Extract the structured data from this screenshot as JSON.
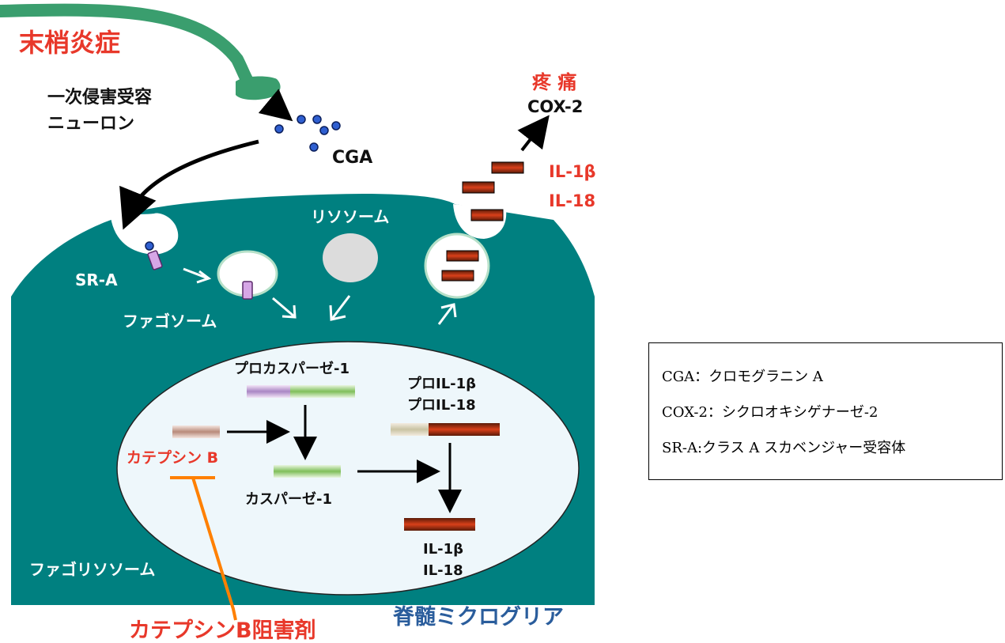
{
  "labels": {
    "peripheral_inflammation": "末梢炎症",
    "neuron_line1": "一次侵害受容",
    "neuron_line2": "ニューロン",
    "cga": "CGA",
    "pain": "疼 痛",
    "cox2": "COX-2",
    "il1b_out": "IL-1β",
    "il18_out": "IL-18",
    "lysosome": "リソソーム",
    "sra": "SR-A",
    "phagosome": "ファゴソーム",
    "procaspase": "プロカスパーゼ-1",
    "pro_il1b": "プロIL-1β",
    "pro_il18": "プロIL-18",
    "cathepsin_b": "カテプシン B",
    "caspase": "カスパーゼ-1",
    "il1b_in": "IL-1β",
    "il18_in": "IL-18",
    "phagolysosome": "ファゴリソソーム",
    "inhibitor": "カテプシンB阻害剤",
    "microglia": "脊髄ミクログリア"
  },
  "legend": [
    "CGA：クロモグラニン A",
    "COX-2：シクロオキシゲナーゼ-2",
    "SR-A:クラス A スカベンジャー受容体"
  ],
  "colors": {
    "cell": "#008080",
    "neuron": "#3a9e6e",
    "nucleus": "#eef7fb",
    "red_label": "#e8382a",
    "cytokine_bar": "#b83010",
    "inhibitor": "#ff8000",
    "microglia_label": "#2a5d9c"
  }
}
